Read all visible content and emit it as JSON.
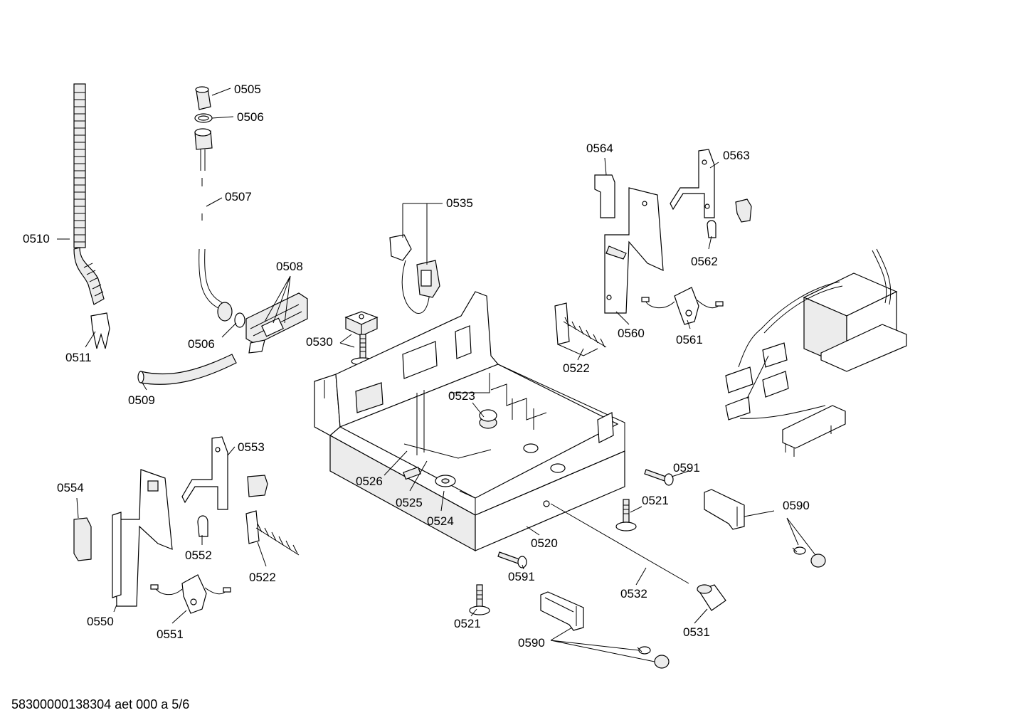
{
  "footer": "58300000138304 aet 000 a 5/6",
  "labels": {
    "l0505": "0505",
    "l0506a": "0506",
    "l0507": "0507",
    "l0510": "0510",
    "l0508": "0508",
    "l0506b": "0506",
    "l0511": "0511",
    "l0509": "0509",
    "l0535": "0535",
    "l0530": "0530",
    "l0564": "0564",
    "l0563": "0563",
    "l0562": "0562",
    "l0560": "0560",
    "l0561": "0561",
    "l0522a": "0522",
    "l0523": "0523",
    "l0553": "0553",
    "l0554": "0554",
    "l0552": "0552",
    "l0522b": "0522",
    "l0550": "0550",
    "l0551": "0551",
    "l0526": "0526",
    "l0525": "0525",
    "l0524": "0524",
    "l0520": "0520",
    "l0591a": "0591",
    "l0521a": "0521",
    "l0590a": "0590",
    "l0591b": "0591",
    "l0532": "0532",
    "l0521b": "0521",
    "l0531": "0531",
    "l0590b": "0590"
  }
}
